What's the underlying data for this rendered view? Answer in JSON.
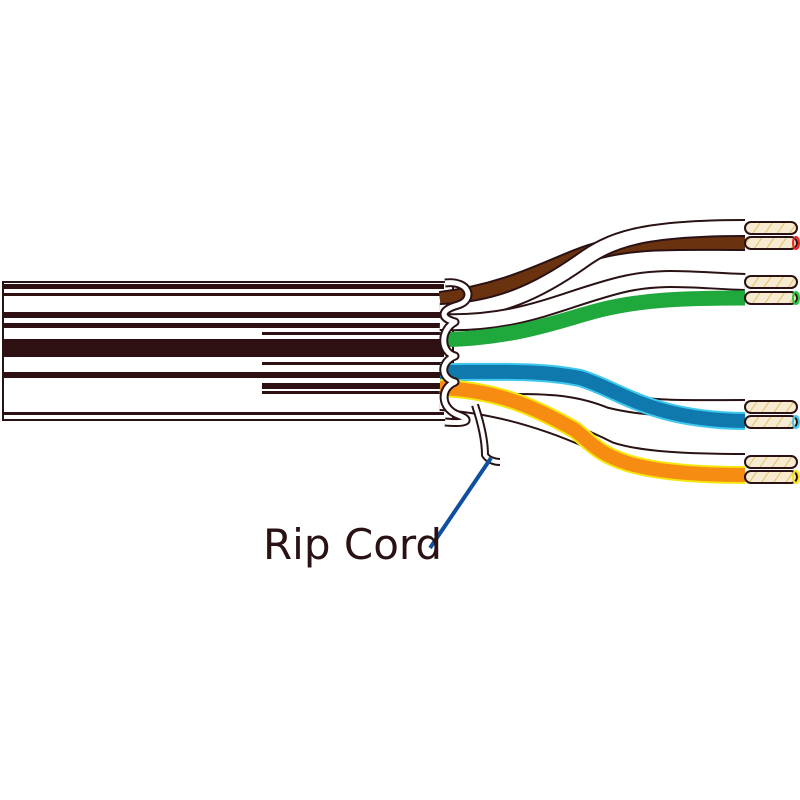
{
  "diagram": {
    "subject": "Twisted-pair network cable with 4 pairs and rip cord",
    "callout_label": "Rip Cord",
    "colors": {
      "outline": "#2a1214",
      "jacket_stripe": "#2e0f12",
      "brown": "#6b3210",
      "green": "#1fa83c",
      "blue": "#0f79ae",
      "blue_edge": "#3ec8ee",
      "orange": "#f68d12",
      "orange_edge": "#f5e710",
      "rip_cord_leader": "#0f4fa0",
      "copper_fill": "#f6ead0",
      "copper_hatch": "#e2c06a"
    },
    "pairs": [
      {
        "name": "brown pair",
        "color_key": "brown",
        "tip": "red"
      },
      {
        "name": "green pair",
        "color_key": "green",
        "tip": "green"
      },
      {
        "name": "blue pair",
        "color_key": "blue",
        "tip": "cyan"
      },
      {
        "name": "orange pair",
        "color_key": "orange",
        "tip": "yellow"
      }
    ]
  }
}
